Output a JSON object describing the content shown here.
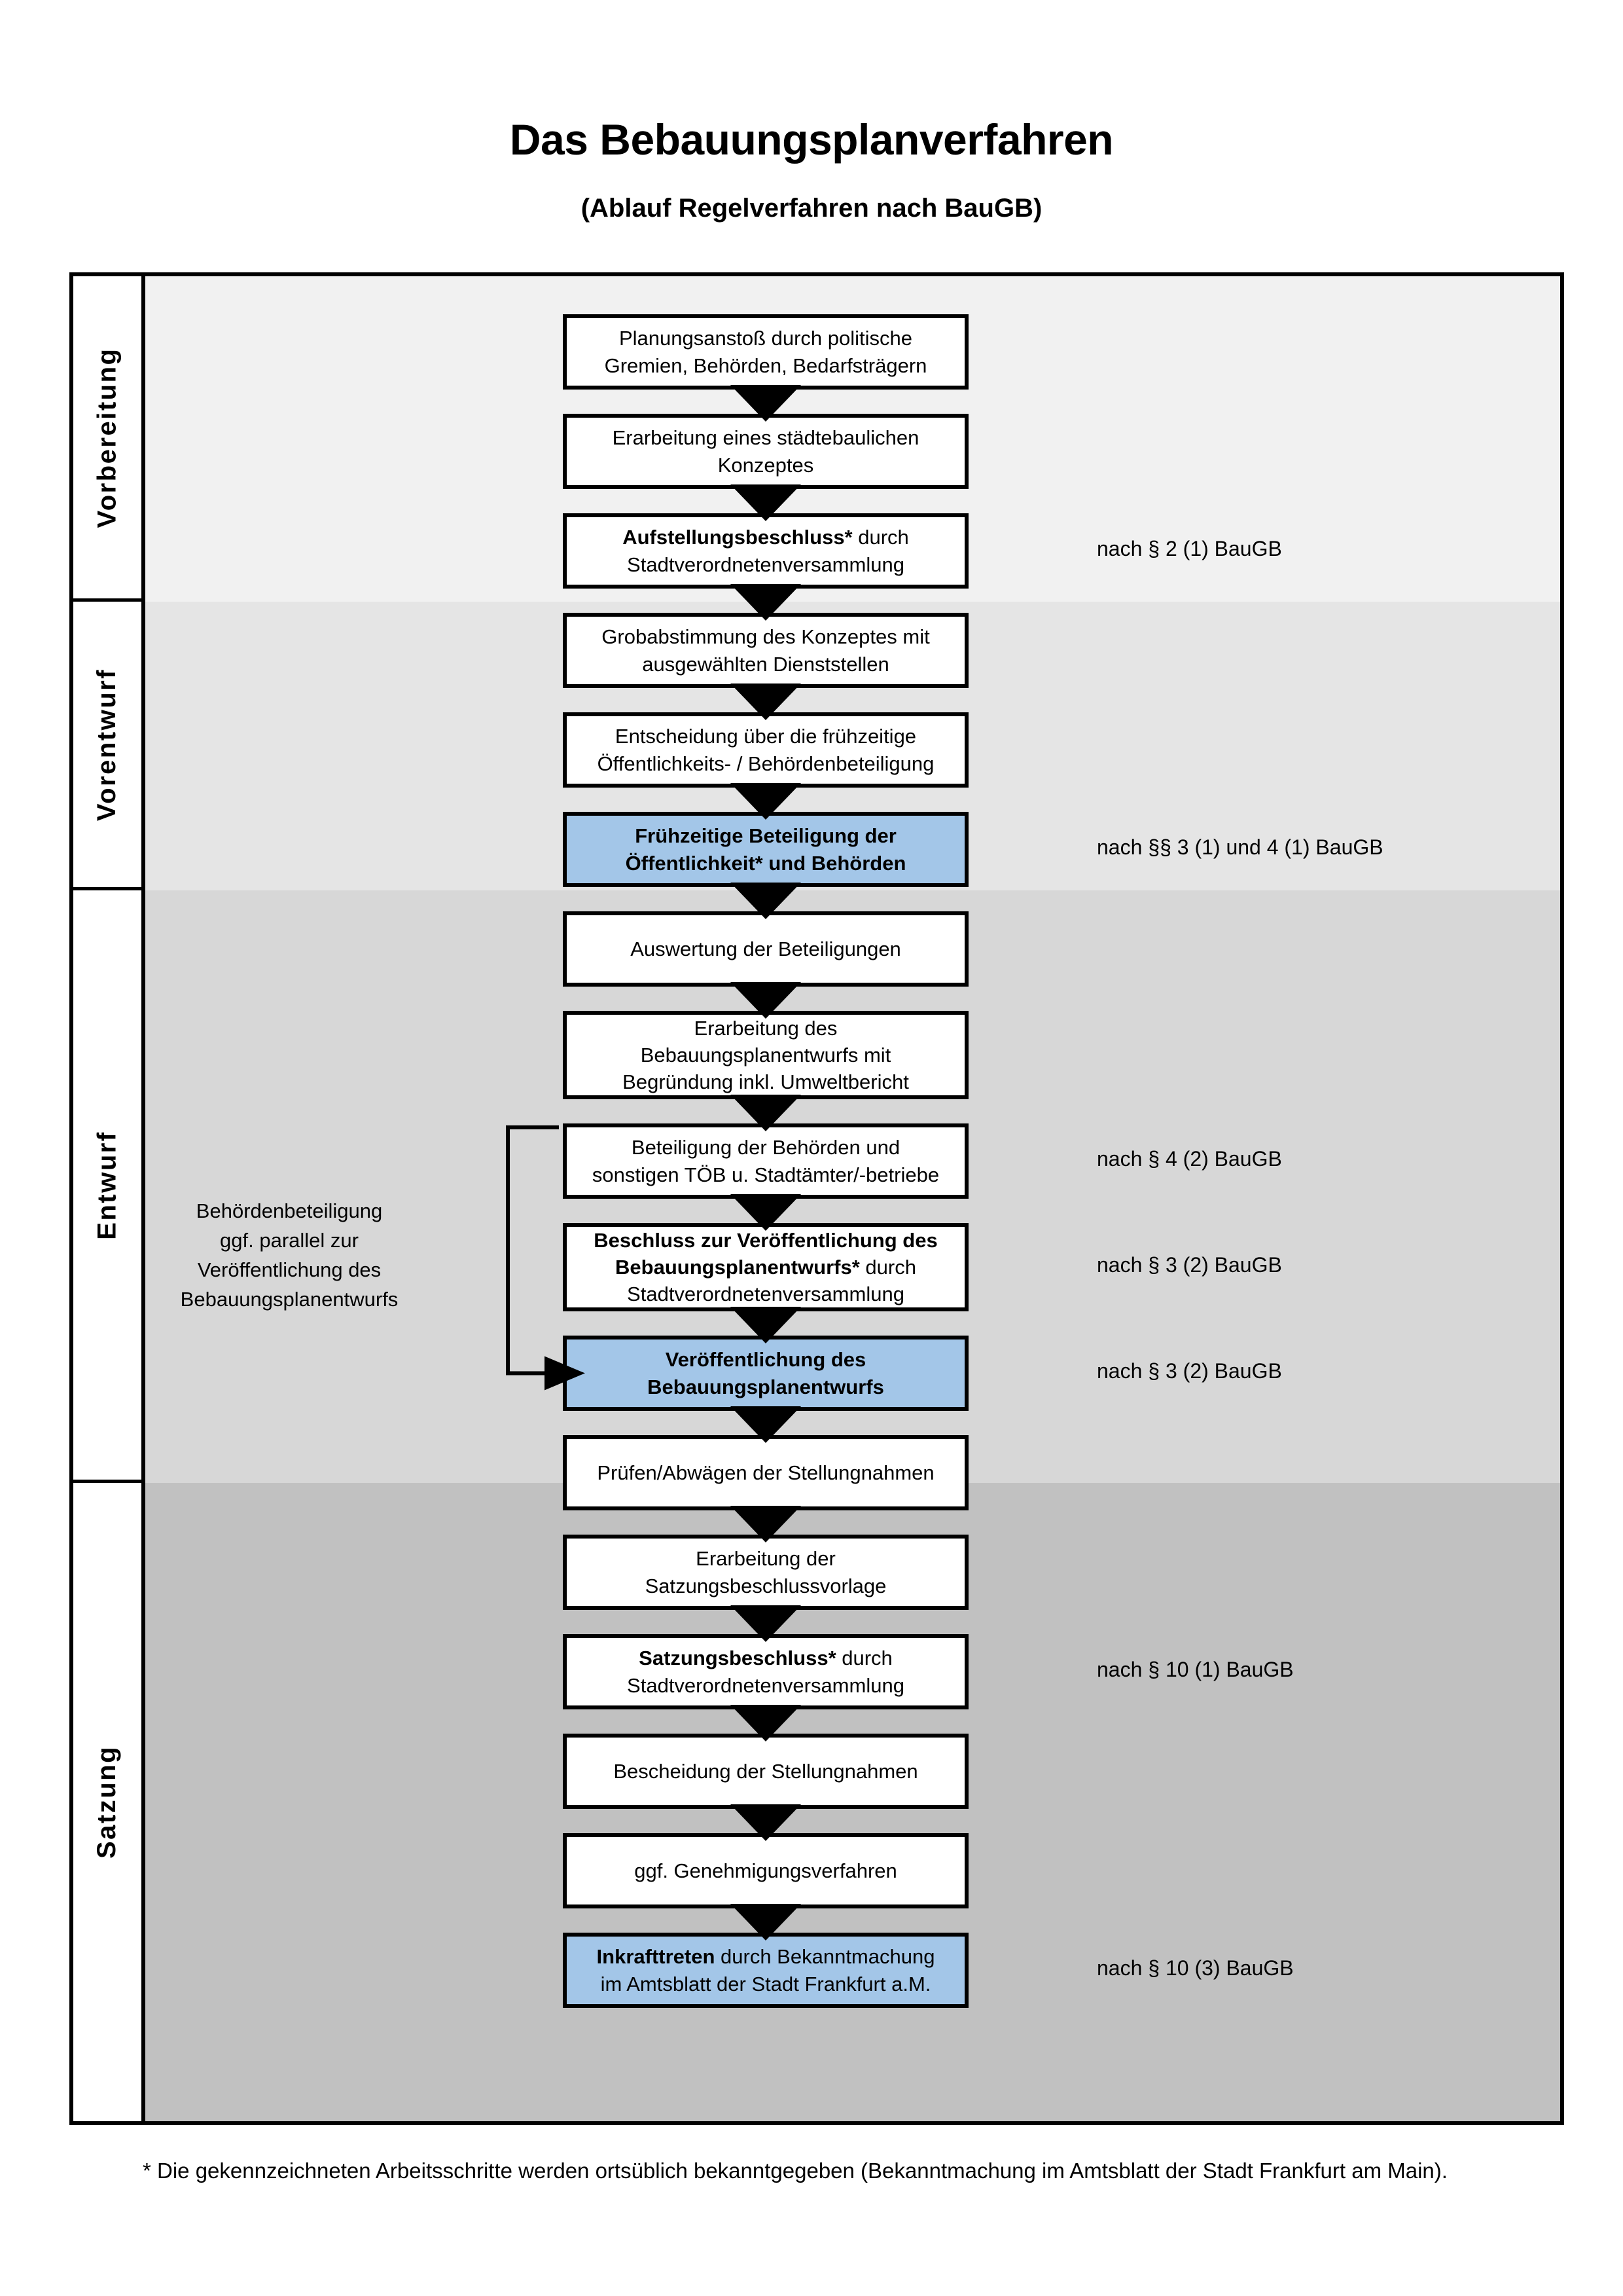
{
  "header": {
    "title": "Das Bebauungsplanverfahren",
    "subtitle": "(Ablauf Regelverfahren nach BauGB)"
  },
  "phases": [
    {
      "label": "Vorbereitung"
    },
    {
      "label": "Vorentwurf"
    },
    {
      "label": "Entwurf"
    },
    {
      "label": "Satzung"
    }
  ],
  "side_note": "Behördenbeteiligung ggf. parallel zur Veröffentlichung des Bebauungsplanentwurfs",
  "side_note_lines": [
    "Behördenbeteiligung",
    "ggf. parallel zur",
    "Veröffentlichung des",
    "Bebauungsplanentwurfs"
  ],
  "steps": [
    {
      "id": "planungsanstoss",
      "phase": "Vorbereitung",
      "highlight": false,
      "lines": [
        {
          "text": "Planungsanstoß durch politische",
          "bold": false
        },
        {
          "text": "Gremien, Behörden, Bedarfsträgern",
          "bold": false
        }
      ]
    },
    {
      "id": "staedtebauliches-konzept",
      "phase": "Vorbereitung",
      "highlight": false,
      "lines": [
        {
          "text": "Erarbeitung eines städtebaulichen",
          "bold": false
        },
        {
          "text": "Konzeptes",
          "bold": false
        }
      ]
    },
    {
      "id": "aufstellungsbeschluss",
      "phase": "Vorbereitung",
      "highlight": false,
      "lines": [
        {
          "text": "Aufstellungsbeschluss*",
          "bold": true,
          "suffix": " durch"
        },
        {
          "text": "Stadtverordnetenversammlung",
          "bold": false
        }
      ]
    },
    {
      "id": "grobabstimmung",
      "phase": "Vorentwurf",
      "highlight": false,
      "lines": [
        {
          "text": "Grobabstimmung des Konzeptes mit",
          "bold": false
        },
        {
          "text": "ausgewählten Dienststellen",
          "bold": false
        }
      ]
    },
    {
      "id": "entscheidung-fruehzeitige-beteiligung",
      "phase": "Vorentwurf",
      "highlight": false,
      "lines": [
        {
          "text": "Entscheidung über die frühzeitige",
          "bold": false
        },
        {
          "text": "Öffentlichkeits- / Behördenbeteiligung",
          "bold": false
        }
      ]
    },
    {
      "id": "fruehzeitige-beteiligung",
      "phase": "Vorentwurf",
      "highlight": true,
      "lines": [
        {
          "text": "Frühzeitige Beteiligung der",
          "bold": true
        },
        {
          "text": "Öffentlichkeit* und Behörden",
          "bold": true
        }
      ]
    },
    {
      "id": "auswertung-beteiligungen",
      "phase": "Entwurf",
      "highlight": false,
      "lines": [
        {
          "text": "Auswertung der Beteiligungen",
          "bold": false
        }
      ]
    },
    {
      "id": "erarbeitung-bplanentwurf",
      "phase": "Entwurf",
      "highlight": false,
      "lines": [
        {
          "text": "Erarbeitung des",
          "bold": false
        },
        {
          "text": "Bebauungsplanentwurfs mit",
          "bold": false
        },
        {
          "text": "Begründung inkl. Umweltbericht",
          "bold": false
        }
      ]
    },
    {
      "id": "beteiligung-behoerden",
      "phase": "Entwurf",
      "highlight": false,
      "lines": [
        {
          "text": "Beteiligung der Behörden und",
          "bold": false
        },
        {
          "text": "sonstigen TÖB u. Stadtämter/-betriebe",
          "bold": false
        }
      ]
    },
    {
      "id": "beschluss-veroeffentlichung",
      "phase": "Entwurf",
      "highlight": false,
      "lines": [
        {
          "text": "Beschluss zur Veröffentlichung des",
          "bold": true
        },
        {
          "text": "Bebauungsplanentwurfs*",
          "bold": true,
          "suffix": " durch"
        },
        {
          "text": "Stadtverordnetenversammlung",
          "bold": false
        }
      ]
    },
    {
      "id": "veroeffentlichung-bplanentwurf",
      "phase": "Entwurf",
      "highlight": true,
      "lines": [
        {
          "text": "Veröffentlichung des",
          "bold": true
        },
        {
          "text": "Bebauungsplanentwurfs",
          "bold": true
        }
      ]
    },
    {
      "id": "pruefen-abwaegen",
      "phase": "Satzung",
      "highlight": false,
      "lines": [
        {
          "text": "Prüfen/Abwägen der Stellungnahmen",
          "bold": false
        }
      ]
    },
    {
      "id": "erarbeitung-satzungsbeschlussvorlage",
      "phase": "Satzung",
      "highlight": false,
      "lines": [
        {
          "text": "Erarbeitung der",
          "bold": false
        },
        {
          "text": "Satzungsbeschlussvorlage",
          "bold": false
        }
      ]
    },
    {
      "id": "satzungsbeschluss",
      "phase": "Satzung",
      "highlight": false,
      "lines": [
        {
          "text": "Satzungsbeschluss*",
          "bold": true,
          "suffix": " durch"
        },
        {
          "text": "Stadtverordnetenversammlung",
          "bold": false
        }
      ]
    },
    {
      "id": "bescheidung-stellungnahmen",
      "phase": "Satzung",
      "highlight": false,
      "lines": [
        {
          "text": "Bescheidung der Stellungnahmen",
          "bold": false
        }
      ]
    },
    {
      "id": "genehmigungsverfahren",
      "phase": "Satzung",
      "highlight": false,
      "lines": [
        {
          "text": "ggf. Genehmigungsverfahren",
          "bold": false
        }
      ]
    },
    {
      "id": "inkrafttreten",
      "phase": "Satzung",
      "highlight": true,
      "lines": [
        {
          "text": "Inkrafttreten",
          "bold": true,
          "suffix": " durch Bekanntmachung"
        },
        {
          "text": "im Amtsblatt der Stadt Frankfurt a.M.",
          "bold": false
        }
      ]
    }
  ],
  "annotations": [
    {
      "id": "ann-1",
      "text": "nach § 2 (1) BauGB"
    },
    {
      "id": "ann-2",
      "text": "nach §§ 3 (1) und 4 (1) BauGB"
    },
    {
      "id": "ann-3",
      "text": "nach § 4 (2) BauGB"
    },
    {
      "id": "ann-4",
      "text": "nach § 3 (2) BauGB"
    },
    {
      "id": "ann-5",
      "text": "nach § 3 (2) BauGB"
    },
    {
      "id": "ann-6",
      "text": "nach § 10 (1) BauGB"
    },
    {
      "id": "ann-7",
      "text": "nach § 10 (3) BauGB"
    }
  ],
  "footnote": "* Die gekennzeichneten Arbeitsschritte werden ortsüblich bekanntgegeben (Bekanntmachung im Amtsblatt  der Stadt Frankfurt am Main).",
  "colors": {
    "highlight_box": "#a3c6e8",
    "band_vorbereitung": "#f1f1f1",
    "band_vorentwurf": "#e5e5e5",
    "band_entwurf": "#d7d7d7",
    "band_satzung": "#c1c1c1",
    "border": "#000000"
  }
}
